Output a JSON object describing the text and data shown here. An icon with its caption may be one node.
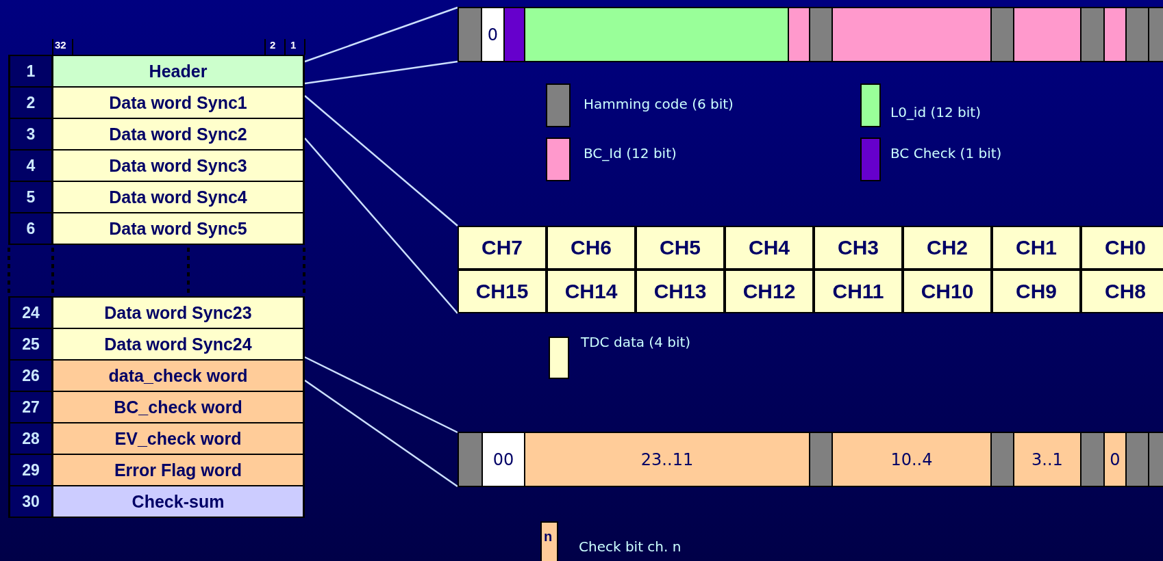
{
  "diagram": {
    "nodes": [
      {
        "text": [
          "1",
          "Header"
        ]
      },
      {
        "text": [
          "2",
          "Data word Sync1"
        ]
      },
      {
        "text": [
          "3",
          "Data word Sync2"
        ]
      },
      {
        "text": [
          "4",
          "Data word Sync3"
        ]
      },
      {
        "text": [
          "5",
          "Data word Sync4"
        ]
      },
      {
        "text": [
          "6",
          "Data word Sync5"
        ]
      },
      {
        "text": [
          "24",
          "Data word Sync23"
        ]
      },
      {
        "text": [
          "25",
          "Data word Sync24"
        ]
      },
      {
        "text": [
          "26",
          "data_check word"
        ]
      },
      {
        "text": [
          "27",
          "BC_check word"
        ]
      },
      {
        "text": [
          "28",
          "EV_check word"
        ]
      },
      {
        "text": [
          "29",
          "Error Flag word"
        ]
      },
      {
        "text": [
          "30",
          "Check-sum"
        ]
      },
      {
        "text": [
          "0"
        ]
      },
      {
        "text": [
          "CH7",
          "CH6",
          "CH5",
          "CH4",
          "CH3",
          "CH2",
          "CH1",
          "CH0",
          "CH15",
          "CH14",
          "CH13",
          "CH12",
          "CH11",
          "CH10",
          "CH9",
          "CH8"
        ]
      },
      {
        "text": [
          "00",
          "23..11",
          "10..4",
          "3..1",
          "0"
        ]
      }
    ],
    "edges": [
      {
        "from": 0,
        "to": 13,
        "arrow": "none"
      },
      {
        "from": 0,
        "to": 13,
        "arrow": "none"
      },
      {
        "from": 1,
        "to": 14,
        "arrow": "none"
      },
      {
        "from": 2,
        "to": 14,
        "arrow": "none"
      },
      {
        "from": 8,
        "to": 15,
        "arrow": "none"
      },
      {
        "from": 8,
        "to": 15,
        "arrow": "none"
      }
    ],
    "labels": [
      "32",
      "2",
      "1",
      "n"
    ],
    "legend": [
      {
        "text": "Hamming code (6 bit)",
        "color": "#808080"
      },
      {
        "text": "L0_id (12 bit)",
        "color": "#99ff99"
      },
      {
        "text": "BC_Id (12 bit)",
        "color": "#ff99cc"
      },
      {
        "text": "BC Check (1 bit)",
        "color": "#6600cc"
      },
      {
        "text": "TDC data (4 bit)",
        "color": "#ffffcc"
      },
      {
        "text": "Check bit ch. n",
        "color": "#ffcc99"
      }
    ]
  }
}
